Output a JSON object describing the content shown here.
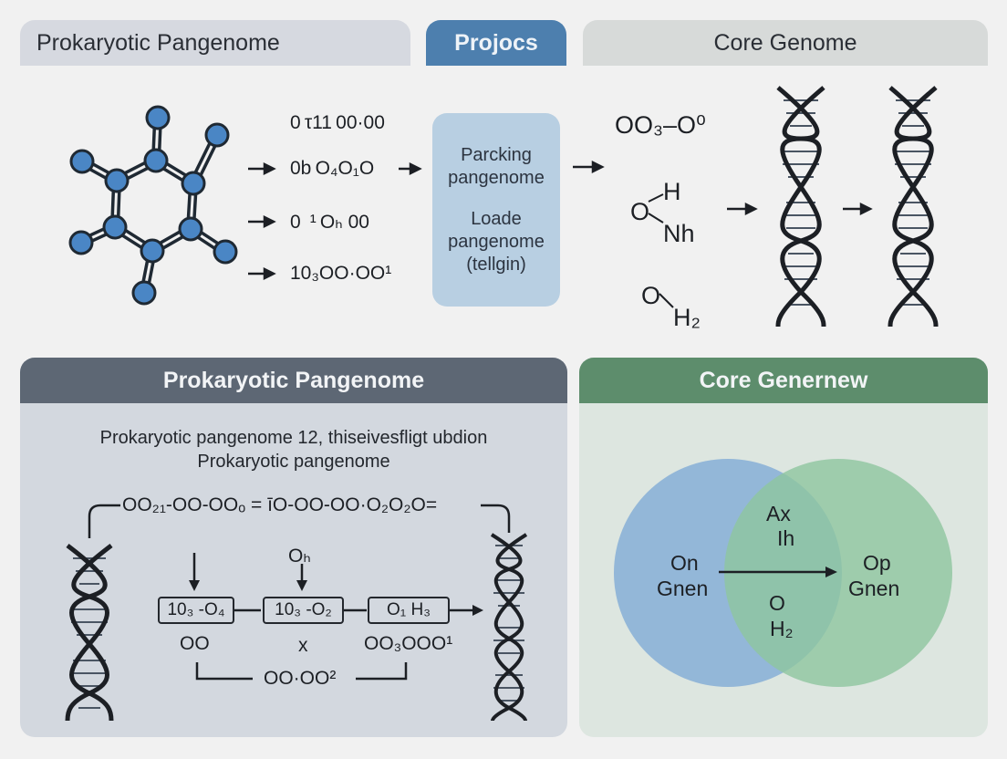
{
  "header": {
    "left_title": "Prokaryotic Pangenome",
    "center_title": "Projocs",
    "right_title": "Core Genome"
  },
  "top_flow": {
    "sequences": [
      "0 τ11 00·00",
      "0b O₄O₁O",
      "0  ¹ Oₕ 00",
      "10₃OO·OO¹"
    ],
    "stage_box": {
      "line1a": "Parcking",
      "line1b": "pangenome",
      "line2a": "Loade",
      "line2b": "pangenome",
      "line2c": "(tellgin)"
    },
    "chem": {
      "formula1": "OO₃‒O⁰",
      "h_top": "H",
      "o_left": "O",
      "nh": "Nh",
      "o2": "O",
      "h2": "H₂"
    }
  },
  "left_panel": {
    "title": "Prokaryotic Pangenome",
    "desc_line1": "Prokaryotic pangenome 12, thiseivesfligt ubdion",
    "desc_line2": "Prokaryotic pangenome",
    "chain": "OO₂₁-OO-OOₒ = īO-OO-OO·O₂O₂O=",
    "mid_label": "Oₕ",
    "boxes": [
      "10₃ -O₄",
      "10₃ -O₂",
      "O₁   H₃"
    ],
    "below": [
      "OO",
      "x",
      "OO₃OOO¹"
    ],
    "bottom": "OO·OO²"
  },
  "right_panel": {
    "title": "Core Genernew",
    "left_circle": [
      "On",
      "Gnen"
    ],
    "right_circle": [
      "Op",
      "Gnen"
    ],
    "overlap_top": [
      "Ax",
      "Ih"
    ],
    "overlap_bottom": [
      "O",
      "H₂"
    ]
  },
  "colors": {
    "atom": "#4a86c5",
    "left_circle": "#86aed6",
    "right_circle": "#8ec59f",
    "header_blue": "#4d7fae",
    "panel_left_head": "#5d6774",
    "panel_right_head": "#5d8d6c"
  }
}
